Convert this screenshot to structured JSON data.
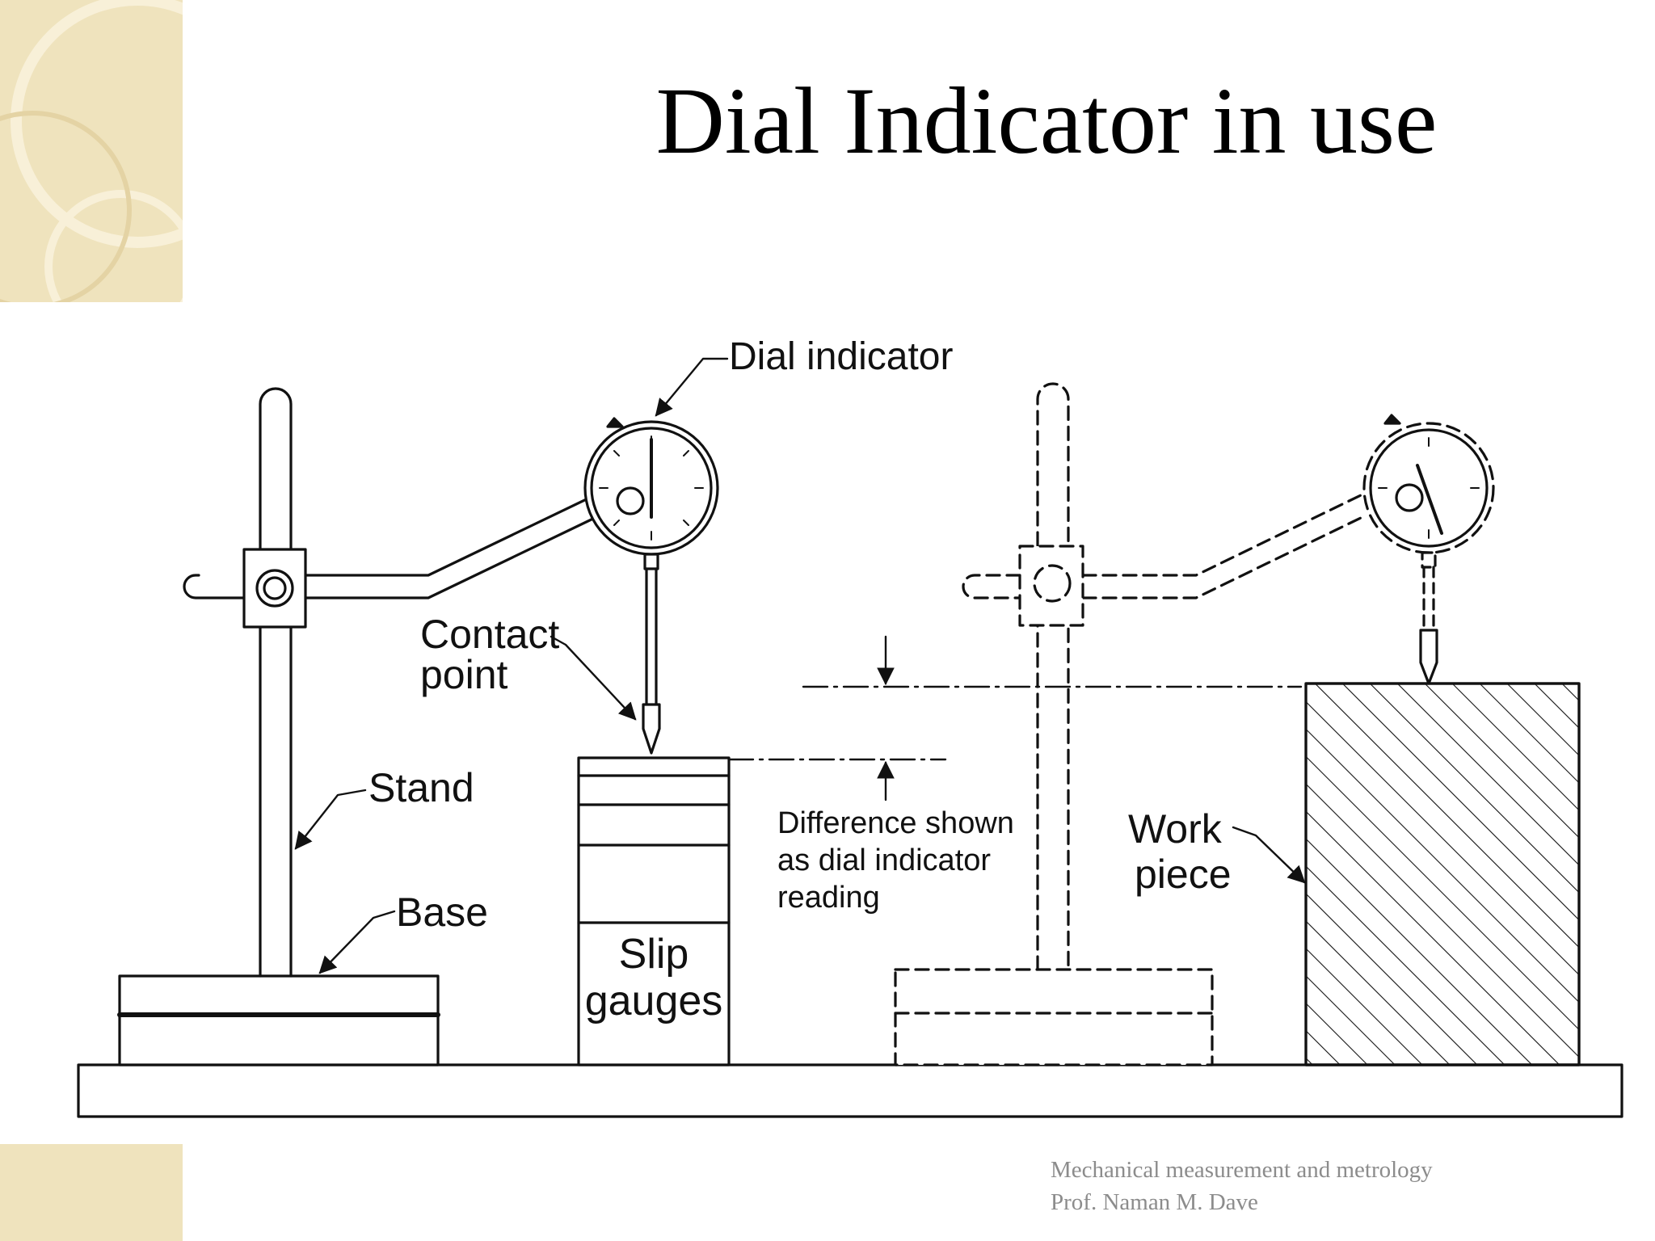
{
  "slide": {
    "title": "Dial Indicator in use"
  },
  "labels": {
    "dial_indicator": "Dial indicator",
    "contact_point_line1": "Contact",
    "contact_point_line2": "point",
    "stand": "Stand",
    "base": "Base",
    "slip_gauges_line1": "Slip",
    "slip_gauges_line2": "gauges",
    "difference_line1": "Difference shown",
    "difference_line2": "as dial indicator",
    "difference_line3": "reading",
    "work_piece_line1": "Work",
    "work_piece_line2": "piece"
  },
  "footer": {
    "course": "Mechanical  measurement  and metrology",
    "author": "Prof. Naman  M. Dave"
  },
  "colors": {
    "corner_tile": "#efe3bd",
    "line": "#111111",
    "footer_text": "#8c8c8c"
  }
}
